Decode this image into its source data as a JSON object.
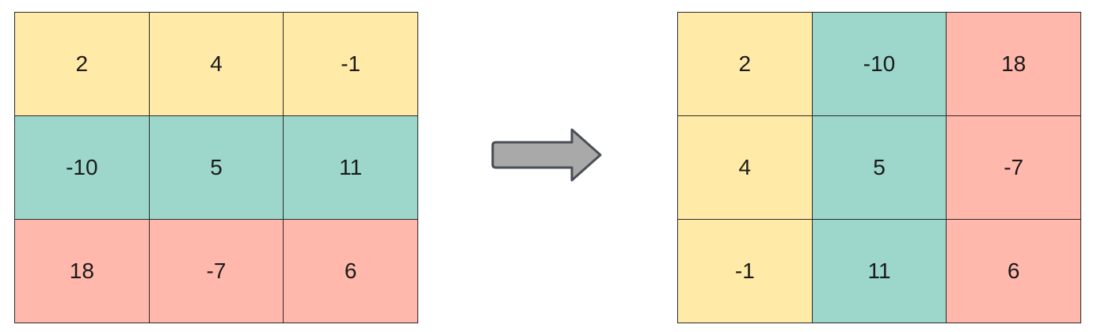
{
  "original_matrix": {
    "rows": [
      [
        "2",
        "4",
        "-1"
      ],
      [
        "-10",
        "5",
        "11"
      ],
      [
        "18",
        "-7",
        "6"
      ]
    ],
    "row_colors": [
      "#ffeaa7",
      "#9dd7cb",
      "#ffb8ab"
    ]
  },
  "transposed_matrix": {
    "rows": [
      [
        "2",
        "-10",
        "18"
      ],
      [
        "4",
        "5",
        "-7"
      ],
      [
        "-1",
        "11",
        "6"
      ]
    ],
    "column_colors": [
      "#ffeaa7",
      "#9dd7cb",
      "#ffb8ab"
    ]
  },
  "arrow": {
    "icon": "right-arrow-icon",
    "fill": "#a9a9a9",
    "stroke": "#4a4f57"
  }
}
